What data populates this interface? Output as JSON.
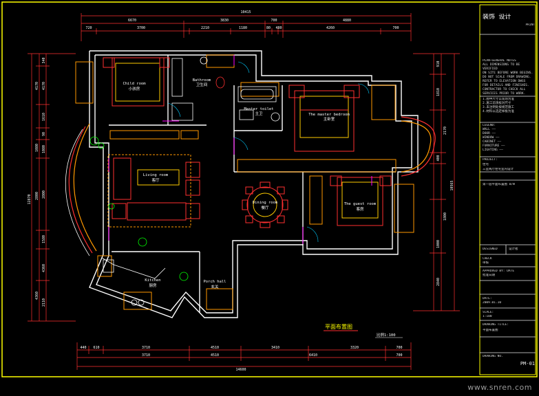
{
  "drawing": {
    "title": "平面布置图",
    "scale": "比例1:100",
    "sheet_code": "PM-01",
    "colors": {
      "background": "#000000",
      "frame": "#ffff00",
      "walls": "#ffffff",
      "furniture": "#ff4444",
      "cabinet": "#ff9900",
      "dimension": "#ff3030",
      "text": "#ffffff",
      "door": "#ff00ff",
      "window": "#00ccff",
      "plant": "#00ff00"
    }
  },
  "rooms": [
    {
      "en": "Living room",
      "cn": "客厅"
    },
    {
      "en": "Dining room",
      "cn": "餐厅"
    },
    {
      "en": "Kitchen",
      "cn": "厨房"
    },
    {
      "en": "Porch hall",
      "cn": "玄关"
    },
    {
      "en": "Bathroom",
      "cn": "卫生间"
    },
    {
      "en": "Master toilet",
      "cn": "主卫"
    },
    {
      "en": "The master bedroom",
      "cn": "主卧室"
    },
    {
      "en": "The guest room",
      "cn": "客房"
    },
    {
      "en": "Child room",
      "cn": "小孩房"
    }
  ],
  "dimensions": {
    "top_total": "10415",
    "top_segments": [
      "6670",
      "3830",
      "700",
      "4880"
    ],
    "top_sub": [
      "720",
      "3700",
      "2210",
      "1180",
      "80",
      "480",
      "4260",
      "700"
    ],
    "bottom_segments": [
      "440",
      "610",
      "3710",
      "4510",
      "3410",
      "3320",
      "700"
    ],
    "bottom_mid": [
      "3710",
      "4510",
      "6410",
      "700"
    ],
    "bottom_total": "14600",
    "left_total": "12870",
    "left_segments": [
      "340",
      "4170",
      "1610",
      "90",
      "1080",
      "2800",
      "1580",
      "4360",
      "2110"
    ],
    "right_segments": [
      "910",
      "1810",
      "2170",
      "400",
      "1800",
      "1000",
      "2840"
    ],
    "right_total": "10565"
  },
  "titleblock": {
    "company": "装饰 设计",
    "print_label": "PRINT",
    "notes": "PLAN—GENERAL NOTES\nALL DIMENSIONS TO BE VERIFIED\nON SITE BEFORE WORK BEGINS.\nDO NOT SCALE FROM DRAWING.\nREFER TO ELEVATION DWGS\nFOR DETAILS AND FINISHES.\nCONTRACTOR TO CHECK ALL\nSERVICES PRIOR TO WORK.",
    "notes_cn": "1.图中尺寸以现场为准\n2.施工前须核对尺寸\n3.未注明处按规范施工\n4.材料以选定样板为准",
    "legend": "LEGEND:\nWALL ——\nDOOR ——\nWINDOW ——\nCABINET ——\nFURNITURE ——\nLIGHTING ——",
    "project_label": "PROJECT:",
    "project": "住宅",
    "project_name": "三室两厅住宅室内设计",
    "drawing_name": "第一层平面布置图 B/W",
    "designer_label": "DESIGNED",
    "designer": "设计者",
    "checked_label": "CHECK",
    "checked": "审核",
    "approved_label": "APPROVED BY: DATE",
    "approved": "批准日期",
    "date_label": "DATE:",
    "date": "2009.01.10",
    "scale_label": "SCALE:",
    "scale": "1:100",
    "drawing_type_label": "DRAWING TITLE:",
    "drawing_type": "平面布置图",
    "sheet_label": "DRAWING NO.",
    "sheet": "PM-01"
  },
  "watermark": "www.snren.com"
}
